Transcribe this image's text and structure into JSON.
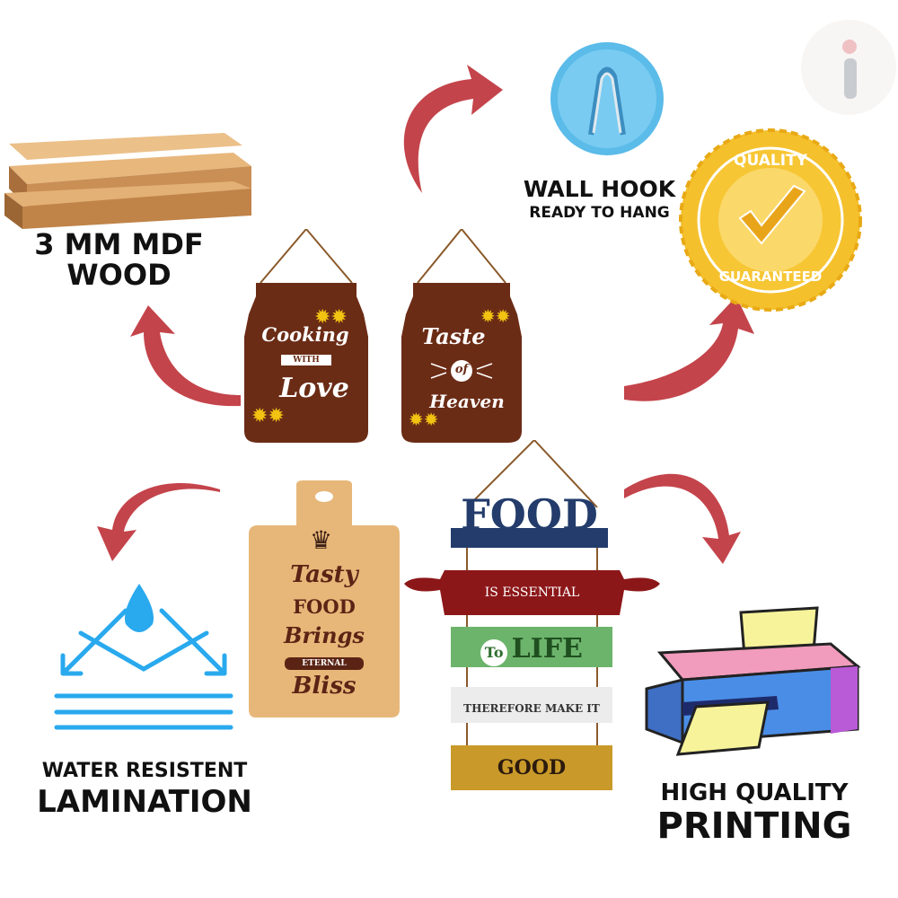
{
  "features": {
    "wood": {
      "line1": "3 MM MDF",
      "line2": "WOOD"
    },
    "hook": {
      "title": "WALL HOOK",
      "subtitle": "READY TO HANG"
    },
    "quality": {
      "top": "QUALITY",
      "bottom": "GUARANTEED"
    },
    "water": {
      "line1": "WATER RESISTENT",
      "line2": "LAMINATION"
    },
    "printing": {
      "line1": "HIGH QUALITY",
      "line2": "PRINTING"
    }
  },
  "products": {
    "jar1": {
      "line1": "Cooking",
      "line2": "WITH",
      "line3": "Love"
    },
    "jar2": {
      "line1": "Taste",
      "line2": "of",
      "line3": "Heaven"
    },
    "board": {
      "line1": "Tasty",
      "line2": "FOOD",
      "line3": "Brings",
      "line4": "ETERNAL",
      "line5": "Bliss"
    },
    "food_sign": {
      "line1": "FOOD",
      "line2": "IS ESSENTIAL",
      "line3a": "To",
      "line3b": "LIFE",
      "line4": "THEREFORE MAKE IT",
      "line5": "GOOD"
    }
  },
  "colors": {
    "arrow": "#c4444b",
    "water": "#29a9ee",
    "gold": "#f2b318",
    "hook": "#5bbbe9"
  }
}
